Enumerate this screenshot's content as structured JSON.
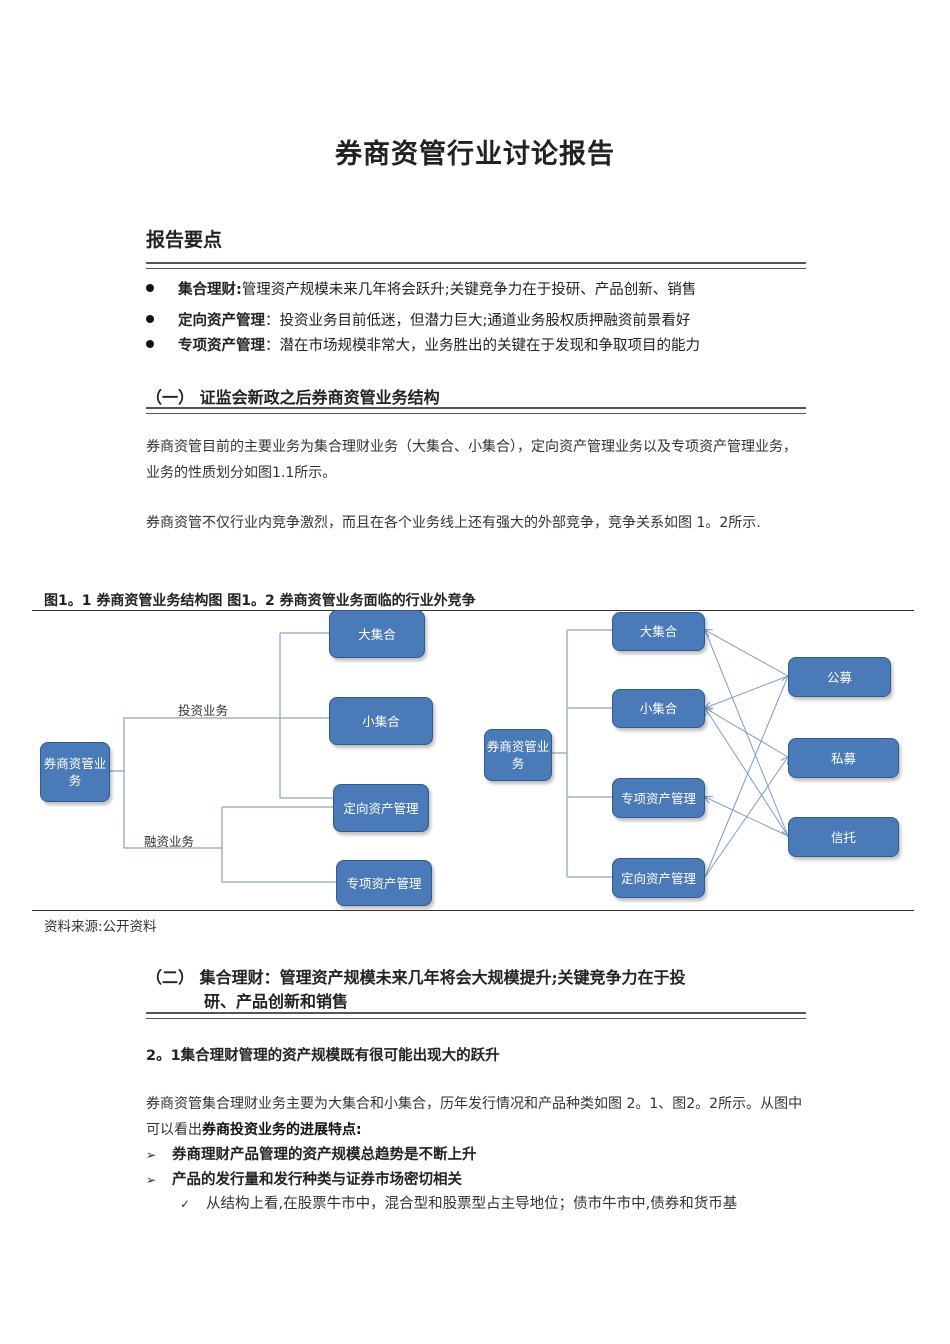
{
  "title": "券商资管行业讨论报告",
  "key_points": {
    "heading": "报告要点",
    "items": [
      {
        "label": "集合理财:",
        "text": "管理资产规模未来几年将会跃升;关键竞争力在于投研、产品创新、销售"
      },
      {
        "label": "定向资产管理",
        "text": "：投资业务目前低迷，但潜力巨大;通道业务股权质押融资前景看好"
      },
      {
        "label": "专项资产管理",
        "text": "：潜在市场规模非常大，业务胜出的关键在于发现和争取项目的能力"
      }
    ]
  },
  "section1": {
    "heading": "（一） 证监会新政之后券商资管业务结构",
    "para1": "券商资管目前的主要业务为集合理财业务（大集合、小集合），定向资产管理业务以及专项资产管理业务，业务的性质划分如图1.1所示。",
    "para2": "券商资管不仅行业内竞争激烈，而且在各个业务线上还有强大的外部竞争，竞争关系如图 1。2所示."
  },
  "figure": {
    "caption": "图1。1 券商资管业务结构图   图1。2 券商资管业务面临的行业外竞争",
    "source": "资料来源:公开资料",
    "left": {
      "root": "券商资管业务",
      "branch_invest": "投资业务",
      "branch_finance": "融资业务",
      "nodes": [
        "大集合",
        "小集合",
        "定向资产管理",
        "专项资产管理"
      ]
    },
    "right": {
      "root": "券商资管业务",
      "nodes": [
        "大集合",
        "小集合",
        "专项资产管理",
        "定向资产管理"
      ],
      "competitors": [
        "公募",
        "私募",
        "信托"
      ]
    }
  },
  "section2": {
    "heading_line1": "（二） 集合理财：管理资产规模未来几年将会大规模提升;关键竞争力在于投",
    "heading_line2": "研、产品创新和销售",
    "sub": "2。1集合理财管理的资产规模既有很可能出现大的跃升",
    "para": "券商资管集合理财业务主要为大集合和小集合，历年发行情况和产品种类如图 2。1、图2。2所示。从图中可以看出",
    "para_bold": "券商投资业务的进展特点:",
    "list": [
      {
        "mark": "➢",
        "text": "券商理财产品管理的资产规模总趋势是不断上升"
      },
      {
        "mark": "➢",
        "text": "产品的发行量和发行种类与证券市场密切相关"
      },
      {
        "mark": "✓",
        "text": "从结构上看,在股票牛市中，混合型和股票型占主导地位；债市牛市中,债券和货币基"
      }
    ]
  }
}
